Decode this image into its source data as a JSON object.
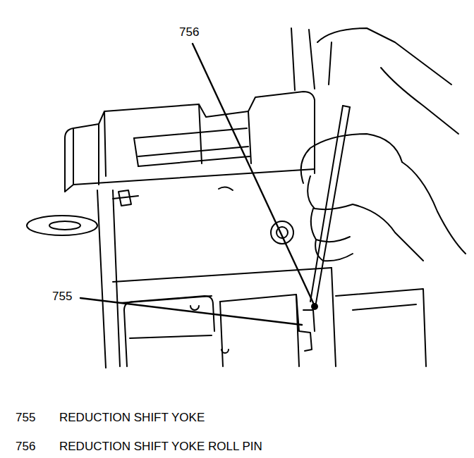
{
  "diagram": {
    "labels": [
      "756",
      "755",
      "755",
      "REDUCTION SHIFT YOKE",
      "756",
      "REDUCTION SHIFT YOKE ROLL PIN"
    ]
  }
}
